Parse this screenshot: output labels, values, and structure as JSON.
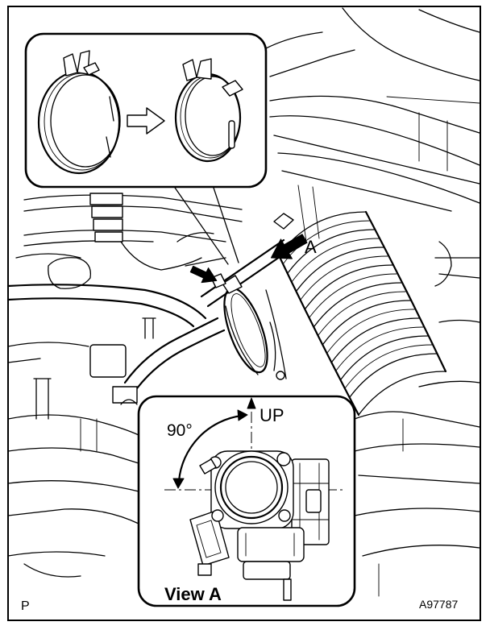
{
  "figure": {
    "callout_label": "A",
    "angle_label": "90°",
    "direction_label": "UP",
    "view_label": "View A",
    "corner_mark": "P",
    "figure_id": "A97787"
  },
  "icons": {
    "removal_arrow": "black-arrow-icon",
    "step_arrow": "hollow-arrow-icon",
    "rotation_arrow": "curved-double-arrow-icon"
  },
  "colors": {
    "ink": "#000000",
    "paper": "#ffffff"
  }
}
